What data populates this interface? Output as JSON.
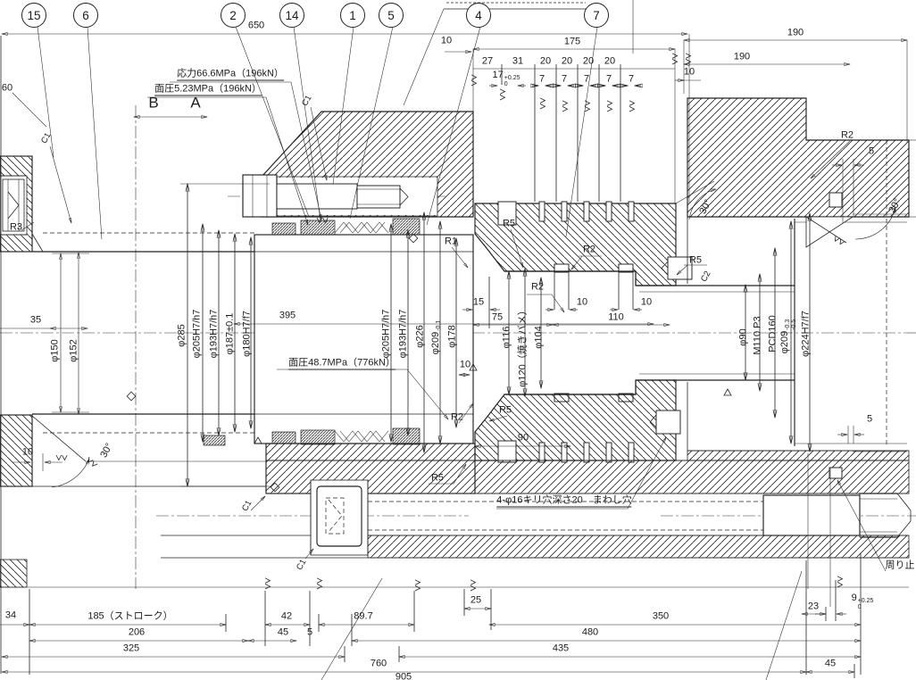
{
  "meta": {
    "drawing_type": "mechanical-section-drawing"
  },
  "balloons": [
    "15",
    "6",
    "2",
    "14",
    "1",
    "5",
    "4",
    "7"
  ],
  "section_view": {
    "b": "B",
    "a": "A"
  },
  "notes": {
    "stress": "応力66.6MPa（196kN）",
    "surface_pressure_top": "面圧5.23MPa（196kN）",
    "surface_pressure_mid": "面圧48.7MPa（776kN）",
    "drill_note": "4-φ16キリ穴深さ20　まわし穴",
    "rotation_stop": "周り止",
    "stroke_note": "185（ストローク）"
  },
  "dims": {
    "top": {
      "d650": "650",
      "d190a": "190",
      "d190b": "190",
      "d10a": "10",
      "d175": "175",
      "d27": "27",
      "d31": "31",
      "d20": "20",
      "d17": "17",
      "d17tol_u": "+0.25",
      "d17tol_l": "0",
      "d7": "7",
      "d10b": "10"
    },
    "right": {
      "d5a": "5",
      "d30": "30°",
      "d5b": "5",
      "d23": "23",
      "d9": "9",
      "d9tol_u": "+0.25",
      "d9tol_l": "0",
      "d45b": "45"
    },
    "left": {
      "d60": "60",
      "d35": "35",
      "d10f": "10",
      "d34": "34"
    },
    "mid": {
      "d395": "395",
      "d15": "15",
      "d75": "75",
      "d110": "110",
      "d10c": "10",
      "d10d": "10",
      "d10e": "10",
      "d90": "90"
    },
    "bottom": {
      "d206": "206",
      "d325": "325",
      "d42": "42",
      "d45a": "45",
      "d897": "89.7",
      "d5c": "5",
      "d760": "760",
      "d905": "905",
      "d25": "25",
      "d350": "350",
      "d480": "480",
      "d435": "435"
    }
  },
  "features": {
    "r1": "R1",
    "r2": "R2",
    "r3": "R3",
    "r5": "R5",
    "c1": "C1",
    "c2": "C2"
  },
  "diameters": {
    "phi150": "φ150",
    "phi152": "φ152",
    "phi285": "φ285",
    "phi205": "φ205H7/h7",
    "phi193": "φ193H7/h7",
    "phi187": "φ187±0.1",
    "phi180": "φ180H7/f7",
    "phi226": "φ226",
    "phi209a": "φ209",
    "phi209a_tol": "-0.1",
    "phi178": "φ178",
    "phi116": "φ116",
    "phi120": "φ120（焼きバメ）",
    "phi104": "φ104",
    "phi90": "φ90",
    "m110": "M110 P3",
    "pcd": "PCD160",
    "phi209b": "φ209",
    "phi209b_tol_u": "-0.3",
    "phi209b_tol_l": "-0.5",
    "phi224": "φ224H7/f7"
  }
}
